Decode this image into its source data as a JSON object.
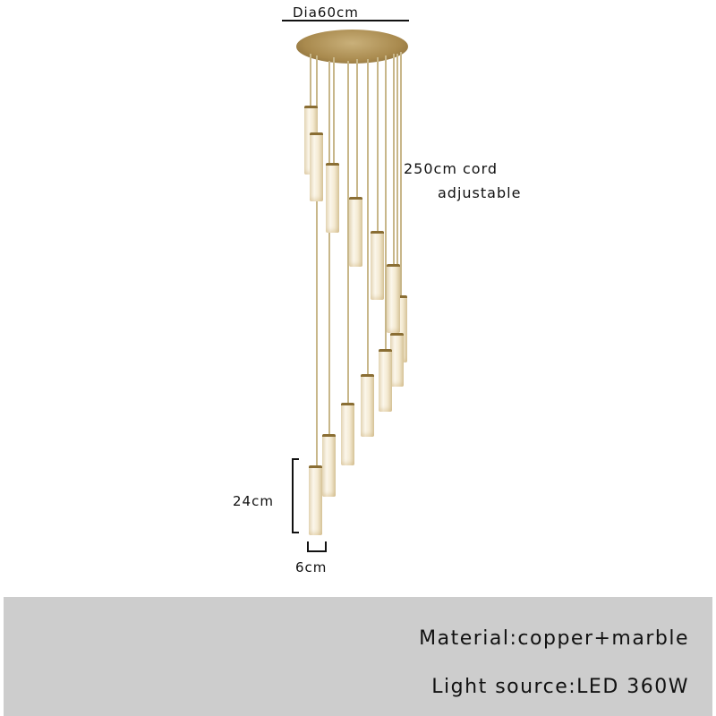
{
  "product_image": {
    "dimensions": {
      "diameter_label": "Dia60cm",
      "cord_label_line1": "250cm cord",
      "cord_label_line2": "adjustable",
      "height_label": "24cm",
      "width_label": "6cm"
    },
    "colors": {
      "background": "#ffffff",
      "canopy_brass": "#a98a4e",
      "marble_tube": "#f4ead2",
      "footer_bg": "#cdcdcd",
      "text": "#111111"
    },
    "tube_count": 13
  },
  "specs": {
    "material": "Material:copper+marble",
    "light_source": "Light source:LED 360W"
  }
}
